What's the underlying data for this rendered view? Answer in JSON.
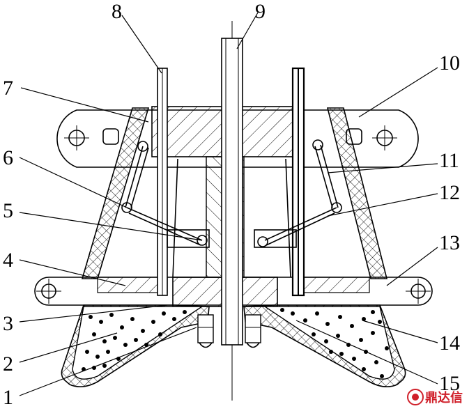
{
  "labels": {
    "l1": "1",
    "l2": "2",
    "l3": "3",
    "l4": "4",
    "l5": "5",
    "l6": "6",
    "l7": "7",
    "l8": "8",
    "l9": "9",
    "l10": "10",
    "l11": "11",
    "l12": "12",
    "l13": "13",
    "l14": "14",
    "l15": "15"
  },
  "watermark": {
    "text": "鼎达信",
    "color": "#d0202a"
  }
}
